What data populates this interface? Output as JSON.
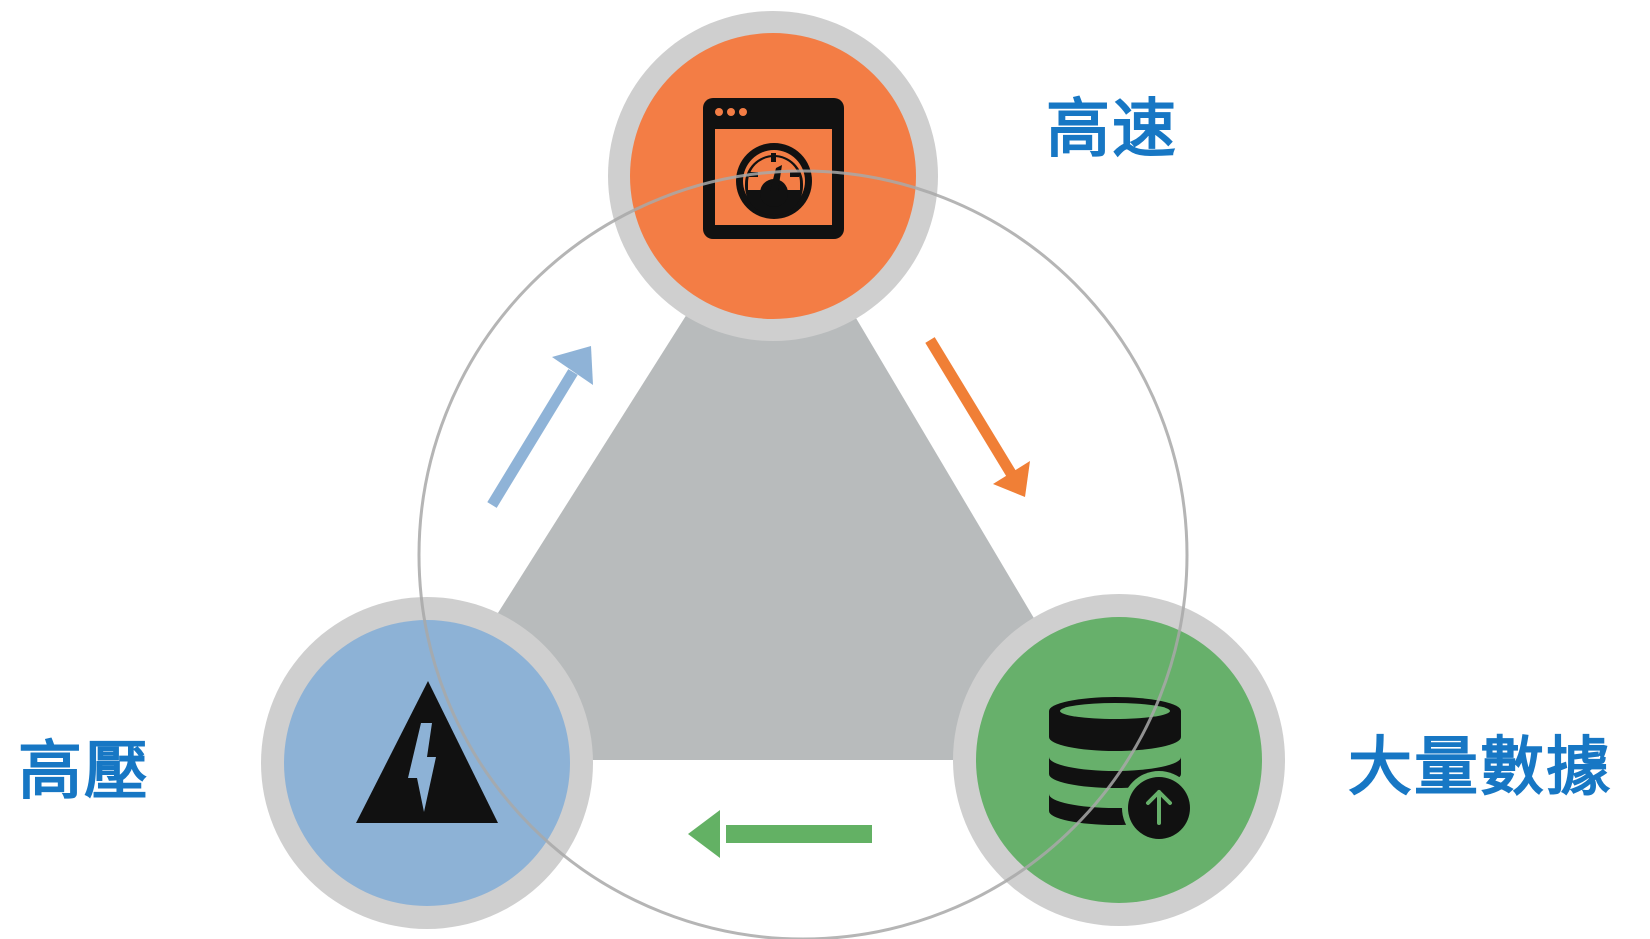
{
  "labels": {
    "speed": "高速",
    "pressure": "高壓",
    "big_data": "大量數據"
  },
  "icons": {
    "speed": "speedometer-window-icon",
    "pressure": "lightning-warning-icon",
    "big_data": "database-upload-icon"
  },
  "colors": {
    "label_text": "#1777c4",
    "speed_node": "#f37d45",
    "pressure_node": "#8db2d6",
    "big_data_node": "#67b06b",
    "node_ring": "#cfcfcf",
    "triangle": "#b8bbbc",
    "orbit": "#a8a8a8",
    "icon": "#111111"
  },
  "arrows": [
    {
      "from": "speed",
      "to": "big_data",
      "color": "#f07f36"
    },
    {
      "from": "big_data",
      "to": "pressure",
      "color": "#63b164"
    },
    {
      "from": "pressure",
      "to": "speed",
      "color": "#8fb3d7"
    }
  ]
}
